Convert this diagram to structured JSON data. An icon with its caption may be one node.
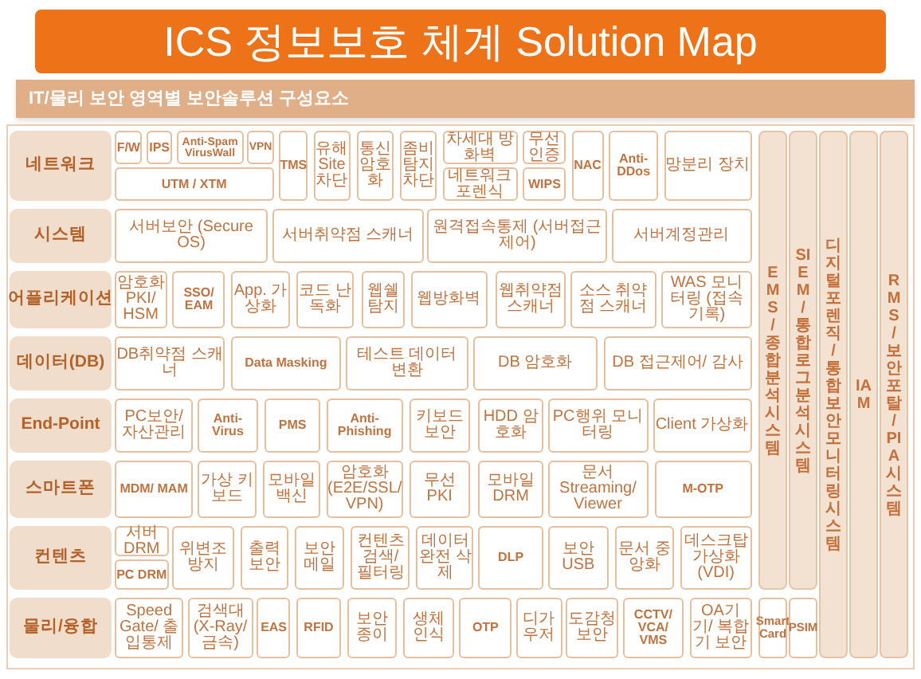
{
  "diagram": {
    "title": "ICS 정보보호 체계 Solution Map",
    "nodes": [
      {
        "text": [
          "IT/물리 보안 영역별 보안솔루션 구성요소"
        ]
      },
      {
        "text": [
          "네트워크"
        ]
      },
      {
        "text": [
          "F/W"
        ]
      },
      {
        "text": [
          "IPS"
        ]
      },
      {
        "text": [
          "Anti-Spam VirusWall"
        ]
      },
      {
        "text": [
          "VPN"
        ]
      },
      {
        "text": [
          "UTM / XTM"
        ]
      },
      {
        "text": [
          "TMS"
        ]
      },
      {
        "text": [
          "유해 Site 차단"
        ]
      },
      {
        "text": [
          "통신 암호화"
        ]
      },
      {
        "text": [
          "좀비 탐지 차단"
        ]
      },
      {
        "text": [
          "차세대 방화벽"
        ]
      },
      {
        "text": [
          "네트워크 포렌식"
        ]
      },
      {
        "text": [
          "무선 인증"
        ]
      },
      {
        "text": [
          "WIPS"
        ]
      },
      {
        "text": [
          "NAC"
        ]
      },
      {
        "text": [
          "Anti-DDos"
        ]
      },
      {
        "text": [
          "망분리 장치"
        ]
      },
      {
        "text": [
          "시스템"
        ]
      },
      {
        "text": [
          "서버보안 (Secure OS)"
        ]
      },
      {
        "text": [
          "서버취약점 스캐너"
        ]
      },
      {
        "text": [
          "원격접속통제 (서버접근제어)"
        ]
      },
      {
        "text": [
          "서버계정관리"
        ]
      },
      {
        "text": [
          "어플리케이션"
        ]
      },
      {
        "text": [
          "암호화 PKI/ HSM"
        ]
      },
      {
        "text": [
          "SSO/ EAM"
        ]
      },
      {
        "text": [
          "App. 가상화"
        ]
      },
      {
        "text": [
          "코드 난독화"
        ]
      },
      {
        "text": [
          "웹쉘 탐지"
        ]
      },
      {
        "text": [
          "웹방화벽"
        ]
      },
      {
        "text": [
          "웹취약점 스캐너"
        ]
      },
      {
        "text": [
          "소스 취약점 스캐너"
        ]
      },
      {
        "text": [
          "WAS 모니터링 (접속기록)"
        ]
      },
      {
        "text": [
          "데이터(DB)"
        ]
      },
      {
        "text": [
          "DB취약점 스캐너"
        ]
      },
      {
        "text": [
          "Data Masking"
        ]
      },
      {
        "text": [
          "테스트 데이터 변환"
        ]
      },
      {
        "text": [
          "DB 암호화"
        ]
      },
      {
        "text": [
          "DB 접근제어/ 감사"
        ]
      },
      {
        "text": [
          "End-Point"
        ]
      },
      {
        "text": [
          "PC보안/ 자산관리"
        ]
      },
      {
        "text": [
          "Anti-Virus"
        ]
      },
      {
        "text": [
          "PMS"
        ]
      },
      {
        "text": [
          "Anti-Phishing"
        ]
      },
      {
        "text": [
          "키보드 보안"
        ]
      },
      {
        "text": [
          "HDD 암호화"
        ]
      },
      {
        "text": [
          "PC행위 모니터링"
        ]
      },
      {
        "text": [
          "Client 가상화"
        ]
      },
      {
        "text": [
          "스마트폰"
        ]
      },
      {
        "text": [
          "MDM/ MAM"
        ]
      },
      {
        "text": [
          "가상 키보드"
        ]
      },
      {
        "text": [
          "모바일 백신"
        ]
      },
      {
        "text": [
          "암호화 (E2E/SSL/ VPN)"
        ]
      },
      {
        "text": [
          "무선 PKI"
        ]
      },
      {
        "text": [
          "모바일 DRM"
        ]
      },
      {
        "text": [
          "문서 Streaming/ Viewer"
        ]
      },
      {
        "text": [
          "M-OTP"
        ]
      },
      {
        "text": [
          "컨텐츠"
        ]
      },
      {
        "text": [
          "서버 DRM"
        ]
      },
      {
        "text": [
          "PC DRM"
        ]
      },
      {
        "text": [
          "위변조 방지"
        ]
      },
      {
        "text": [
          "출력 보안"
        ]
      },
      {
        "text": [
          "보안 메일"
        ]
      },
      {
        "text": [
          "컨텐츠 검색/ 필터링"
        ]
      },
      {
        "text": [
          "데이터 완전 삭제"
        ]
      },
      {
        "text": [
          "DLP"
        ]
      },
      {
        "text": [
          "보안 USB"
        ]
      },
      {
        "text": [
          "문서 중앙화"
        ]
      },
      {
        "text": [
          "데스크탑 가상화 (VDI)"
        ]
      },
      {
        "text": [
          "물리/융합"
        ]
      },
      {
        "text": [
          "Speed Gate/ 출입통제"
        ]
      },
      {
        "text": [
          "검색대 (X-Ray/ 금속)"
        ]
      },
      {
        "text": [
          "EAS"
        ]
      },
      {
        "text": [
          "RFID"
        ]
      },
      {
        "text": [
          "보안 종이"
        ]
      },
      {
        "text": [
          "생체 인식"
        ]
      },
      {
        "text": [
          "OTP"
        ]
      },
      {
        "text": [
          "디가우저"
        ]
      },
      {
        "text": [
          "도감청 보안"
        ]
      },
      {
        "text": [
          "CCTV/ VCA/ VMS"
        ]
      },
      {
        "text": [
          "OA기기/ 복합기 보안"
        ]
      },
      {
        "text": [
          "Smart Card"
        ]
      },
      {
        "text": [
          "PSIM"
        ]
      },
      {
        "text": [
          "EMS / 종합분석시스템"
        ]
      },
      {
        "text": [
          "SIEM / 통합로그분석시스템"
        ]
      },
      {
        "text": [
          "디지털포렌직 / 통합보안모니터링시스템"
        ]
      },
      {
        "text": [
          "IAM"
        ]
      },
      {
        "text": [
          "RMS / 보안포탈 / PIA시스템"
        ]
      }
    ]
  }
}
